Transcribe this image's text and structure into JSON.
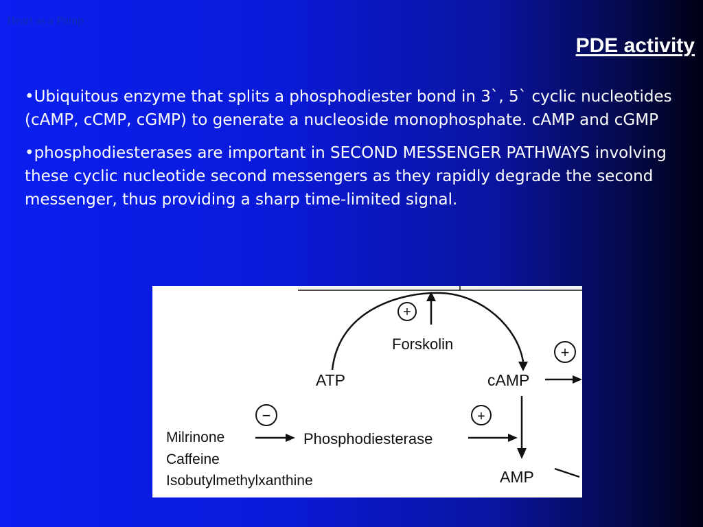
{
  "watermark": "Heart as a Pump",
  "title": "PDE activity",
  "bullets": [
    "•Ubiquitous enzyme that splits a phosphodiester bond in 3`, 5` cyclic nucleotides (cAMP, cCMP, cGMP) to generate a nucleoside monophosphate. cAMP and cGMP",
    "•phosphodiesterases are important in SECOND MESSENGER PATHWAYS involving these cyclic nucleotide second messengers as they rapidly degrade the second messenger, thus providing a sharp time-limited signal."
  ],
  "diagram": {
    "forskolin": "Forskolin",
    "atp": "ATP",
    "camp": "cAMP",
    "pde": "Phosphodiesterase",
    "amp": "AMP",
    "inhibitors": [
      "Milrinone",
      "Caffeine",
      "Isobutylmethylxanthine"
    ],
    "plus_sign": "+",
    "minus_sign": "−"
  }
}
